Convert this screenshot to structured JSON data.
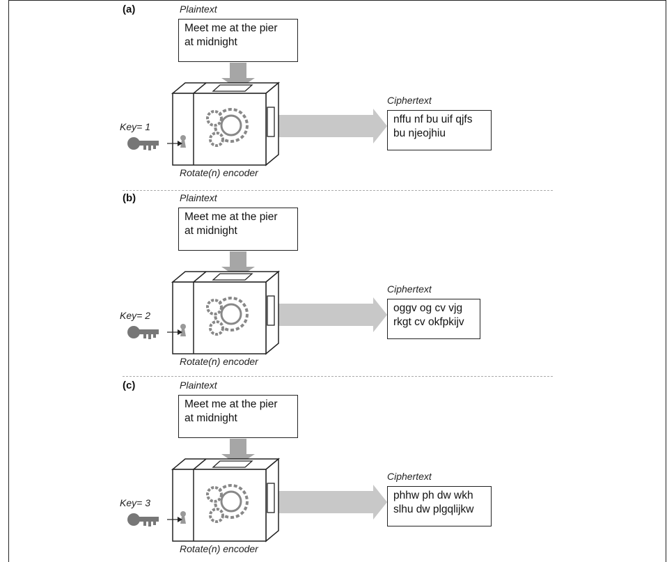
{
  "panels": [
    {
      "label": "(a)",
      "plaintext_caption": "Plaintext",
      "plaintext_lines": [
        "Meet me at the pier",
        "at midnight"
      ],
      "key_label": "Key= 1",
      "encoder_label": "Rotate(n) encoder",
      "ciphertext_caption": "Ciphertext",
      "ciphertext_lines": [
        "nffu nf bu uif qjfs",
        "bu njeojhiu"
      ]
    },
    {
      "label": "(b)",
      "plaintext_caption": "Plaintext",
      "plaintext_lines": [
        "Meet me at the pier",
        "at midnight"
      ],
      "key_label": "Key= 2",
      "encoder_label": "Rotate(n) encoder",
      "ciphertext_caption": "Ciphertext",
      "ciphertext_lines": [
        "oggv og cv vjg",
        "rkgt cv okfpkijv"
      ]
    },
    {
      "label": "(c)",
      "plaintext_caption": "Plaintext",
      "plaintext_lines": [
        "Meet me at the pier",
        "at midnight"
      ],
      "key_label": "Key= 3",
      "encoder_label": "Rotate(n) encoder",
      "ciphertext_caption": "Ciphertext",
      "ciphertext_lines": [
        "phhw ph dw wkh",
        "slhu dw plgqlijkw"
      ]
    }
  ],
  "icons": [
    "key-icon",
    "keyhole-icon",
    "gears-icon",
    "encoder-box-icon",
    "down-arrow-icon",
    "right-arrow-icon"
  ]
}
